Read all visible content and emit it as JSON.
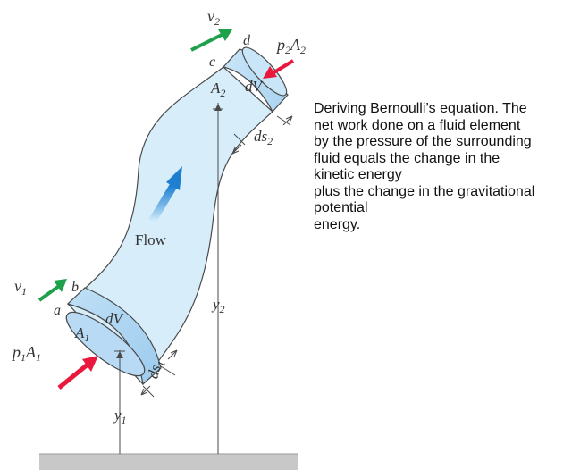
{
  "labels": {
    "v2": "v",
    "v2_sub": "2",
    "d": "d",
    "c": "c",
    "p2A2": "p",
    "p2A2_sub1": "2",
    "p2A2_A": "A",
    "p2A2_sub2": "2",
    "A2": "A",
    "A2_sub": "2",
    "dV_top": "dV",
    "ds2": "ds",
    "ds2_sub": "2",
    "flow": "Flow",
    "y2": "y",
    "y2_sub": "2",
    "v1": "v",
    "v1_sub": "1",
    "b": "b",
    "a": "a",
    "dV_bottom": "dV",
    "A1": "A",
    "A1_sub": "1",
    "p1A1": "p",
    "p1A1_sub1": "1",
    "p1A1_A": "A",
    "p1A1_sub2": "1",
    "ds1": "ds",
    "ds1_sub": "1",
    "y1": "y",
    "y1_sub": "1"
  },
  "caption": {
    "lines": [
      "Deriving Bernoulli’s equation. The",
      "net work done on a fluid element",
      "by the pressure of the surrounding",
      "fluid equals the change in the",
      "kinetic energy",
      "plus the change in the gravitational",
      "potential",
      "energy."
    ]
  },
  "colors": {
    "tube_fill": "#d7eefa",
    "tube_stroke": "#4a4a4a",
    "element_fill": "#b8daf4",
    "velocity_arrow": "#1fa04a",
    "force_arrow": "#e8193c",
    "flow_arrow": "#2b8ad6",
    "ground": "#c8c8c8"
  },
  "icons": {
    "velocity_arrows": "green-arrow",
    "force_arrows": "red-arrow",
    "flow_arrow": "blue-gradient-arrow"
  }
}
